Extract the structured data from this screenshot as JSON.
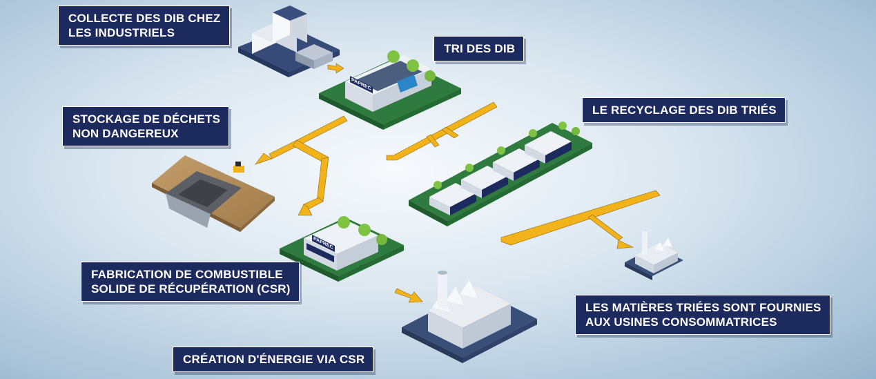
{
  "labels": {
    "collecte": [
      "COLLECTE DES DIB CHEZ",
      "LES INDUSTRIELS"
    ],
    "tri": [
      "TRI DES DIB"
    ],
    "stockage": [
      "STOCKAGE DE DÉCHETS",
      "NON DANGEREUX"
    ],
    "recyclage": [
      "LE RECYCLAGE DES DIB TRIÉS"
    ],
    "csr": [
      "FABRICATION DE COMBUSTIBLE",
      "SOLIDE DE RÉCUPÉRATION (CSR)"
    ],
    "matieres": [
      "LES MATIÈRES TRIÉES SONT FOURNIES",
      "AUX USINES CONSOMMATRICES"
    ],
    "energie": [
      "CRÉATION D'ÉNERGIE VIA CSR"
    ]
  },
  "signage": {
    "brand": "PAPREC"
  },
  "colors": {
    "label_bg": "#1c2a5e",
    "label_text": "#ffffff",
    "arrow": "#f2b21a",
    "grass": "#2f7a3e",
    "ground": "#9e7a4f",
    "building": "#eef1f5",
    "concrete": "#3a4f78"
  }
}
